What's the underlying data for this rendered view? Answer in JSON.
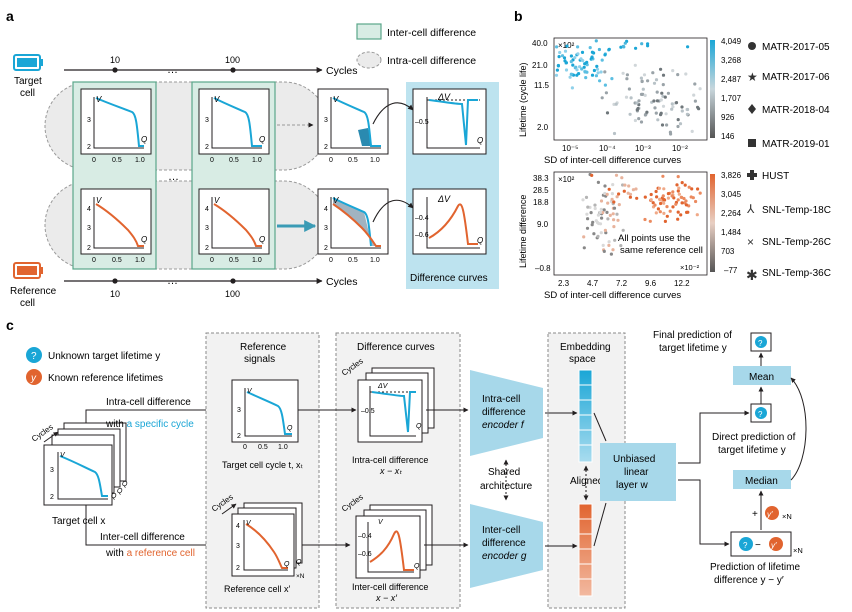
{
  "panel_a": {
    "letter": "a",
    "legend_inter": "Inter-cell difference",
    "legend_intra": "Intra-cell difference",
    "target_cell": [
      "Target",
      "cell"
    ],
    "reference_cell": [
      "Reference",
      "cell"
    ],
    "cycle_10": "10",
    "cycle_100": "100",
    "ellipsis": "…",
    "cycles_label": "Cycles",
    "axis_v": "V",
    "axis_q": "Q",
    "axis_dv": "ΔV",
    "tick_3": "3",
    "tick_2": "2",
    "tick_4": "4",
    "tick_0": "0",
    "tick_05": "0.5",
    "tick_10": "1.0",
    "tick_m05": "–0.5",
    "tick_m04": "–0.4",
    "tick_m06": "–0.6",
    "difference_curves": "Difference curves"
  },
  "panel_b": {
    "letter": "b",
    "top": {
      "ylabel": "Lifetime (cycle life)",
      "xlabel": "SD of inter-cell difference curves",
      "multiplier": "×10²",
      "yticks": [
        "40.0",
        "21.0",
        "11.5",
        "2.0"
      ],
      "xticks": [
        "10⁻⁵",
        "10⁻⁴",
        "10⁻³",
        "10⁻²"
      ],
      "colorbar_ticks": [
        "4,049",
        "3,268",
        "2,487",
        "1,707",
        "926",
        "146"
      ]
    },
    "bottom": {
      "ylabel": "Lifetime difference",
      "xlabel": "SD of inter-cell difference curves",
      "multiplier": "×10²",
      "x_multiplier": "×10⁻²",
      "yticks": [
        "38.3",
        "28.5",
        "18.8",
        "9.0",
        "–0.8"
      ],
      "xticks": [
        "2.3",
        "4.7",
        "7.2",
        "9.6",
        "12.2"
      ],
      "colorbar_ticks": [
        "3,826",
        "3,045",
        "2,264",
        "1,484",
        "703",
        "–77"
      ],
      "note": [
        "All points use the",
        "same reference cell"
      ]
    },
    "datasets": [
      "MATR-2017-05",
      "MATR-2017-06",
      "MATR-2018-04",
      "MATR-2019-01",
      "HUST",
      "SNL-Temp-18C",
      "SNL-Temp-26C",
      "SNL-Temp-36C"
    ],
    "dataset_markers": [
      "circle",
      "star",
      "diamond",
      "square",
      "plus",
      "lambda",
      "cross",
      "asterisk"
    ]
  },
  "panel_c": {
    "letter": "c",
    "legend_unknown_glyph": "?",
    "legend_unknown": "Unknown target lifetime y",
    "legend_known_glyph": "y",
    "legend_known": "Known reference lifetimes",
    "cycles": "Cycles",
    "target_cell": "Target cell x",
    "intra_label_1": "Intra-cell difference",
    "intra_label_2a": "with ",
    "intra_label_2b": "a specific cycle",
    "inter_label_1": "Inter-cell difference",
    "inter_label_2a": "with ",
    "inter_label_2b": "a reference cell",
    "reference_signals": [
      "Reference",
      "signals"
    ],
    "target_cycle_caption": "Target cell cycle t, xₜ",
    "reference_cell_caption": "Reference cell x′",
    "difference_curves": "Difference curves",
    "intra_caption": [
      "Intra-cell difference",
      "x − xₜ"
    ],
    "inter_caption": [
      "Inter-cell difference",
      "x − x′"
    ],
    "shared": [
      "Shared",
      "architecture"
    ],
    "intra_encoder": [
      "Intra-cell",
      "difference",
      "encoder f"
    ],
    "inter_encoder": [
      "Inter-cell",
      "difference",
      "encoder g"
    ],
    "embedding_space": [
      "Embedding",
      "space"
    ],
    "aligned": "Aligned",
    "unbiased": [
      "Unbiased",
      "linear",
      "layer w"
    ],
    "final_prediction": [
      "Final prediction of",
      "target lifetime y"
    ],
    "mean": "Mean",
    "direct_prediction": [
      "Direct prediction of",
      "target lifetime y"
    ],
    "median": "Median",
    "plus_sign": "+",
    "y_prime": "y′",
    "times_n": "×N",
    "question": "?",
    "minus_sign": "−",
    "lifetime_diff_pred": [
      "Prediction of lifetime",
      "difference y − y′"
    ]
  },
  "colors": {
    "blue": "#1aa6d6",
    "orange": "#e1642f",
    "green_fill": "#d8ece4",
    "green_border": "#5aa68a",
    "light_blue_box": "#bde3ef",
    "encoder": "#a7d8ea",
    "gray_text": "#231f20"
  }
}
